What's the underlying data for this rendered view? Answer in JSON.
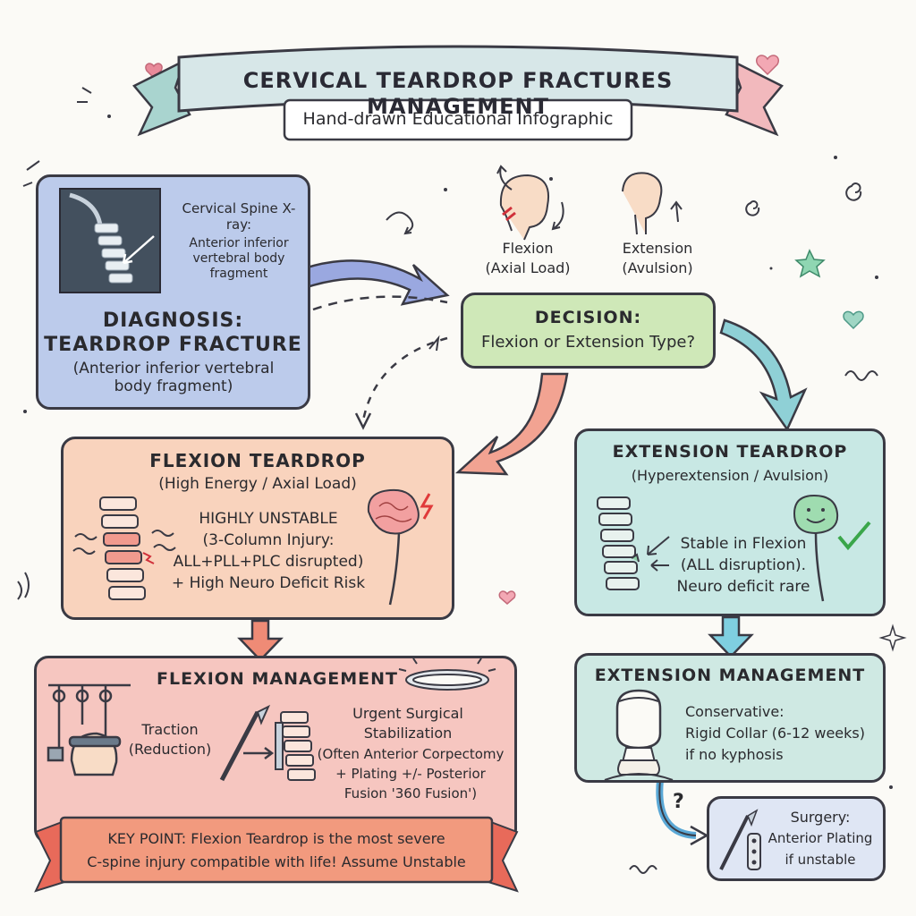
{
  "header": {
    "title": "CERVICAL TEARDROP FRACTURES MANAGEMENT",
    "subtitle": "Hand-drawn Educational Infographic"
  },
  "diagnosis": {
    "xray_label": "Cervical Spine X-ray:",
    "xray_detail": "Anterior inferior vertebral body fragment",
    "heading_1": "DIAGNOSIS:",
    "heading_2": "TEARDROP FRACTURE",
    "detail": "(Anterior inferior vertebral body fragment)"
  },
  "mechanisms": {
    "flexion_1": "Flexion",
    "flexion_2": "(Axial Load)",
    "extension_1": "Extension",
    "extension_2": "(Avulsion)"
  },
  "decision": {
    "heading": "DECISION:",
    "question": "Flexion or Extension Type?"
  },
  "flexion": {
    "heading": "FLEXION TEARDROP",
    "subheading": "(High Energy / Axial Load)",
    "instability": "HIGHLY UNSTABLE",
    "line_1": "(3-Column Injury:",
    "line_2": "ALL+PLL+PLC disrupted)",
    "line_3": "+ High Neuro Deficit Risk"
  },
  "extension": {
    "heading": "EXTENSION TEARDROP",
    "subheading": "(Hyperextension / Avulsion)",
    "line_1": "Stable in Flexion",
    "line_2": "(ALL disruption).",
    "line_3": "Neuro deficit rare"
  },
  "flexion_mgmt": {
    "heading": "FLEXION MANAGEMENT",
    "traction_1": "Traction",
    "traction_2": "(Reduction)",
    "surgery_1": "Urgent Surgical",
    "surgery_2": "Stabilization",
    "surgery_3": "(Often Anterior Corpectomy",
    "surgery_4": "+ Plating +/- Posterior",
    "surgery_5": "Fusion '360 Fusion')"
  },
  "extension_mgmt": {
    "heading": "EXTENSION MANAGEMENT",
    "line_1": "Conservative:",
    "line_2": "Rigid Collar (6-12 weeks)",
    "line_3": "if no kyphosis"
  },
  "surgery_alt": {
    "question_mark": "?",
    "line_1": "Surgery:",
    "line_2": "Anterior Plating",
    "line_3": "if unstable"
  },
  "key_point": {
    "line_1": "KEY POINT: Flexion Teardrop is the most severe",
    "line_2": "C-spine injury compatible with life! Assume Unstable"
  },
  "colors": {
    "blue": "#b9c8ea",
    "green": "#cfe8b8",
    "orange": "#f9d3bd",
    "teal": "#c8e8e4",
    "red": "#f4b3aa",
    "ink": "#3a3a44"
  }
}
